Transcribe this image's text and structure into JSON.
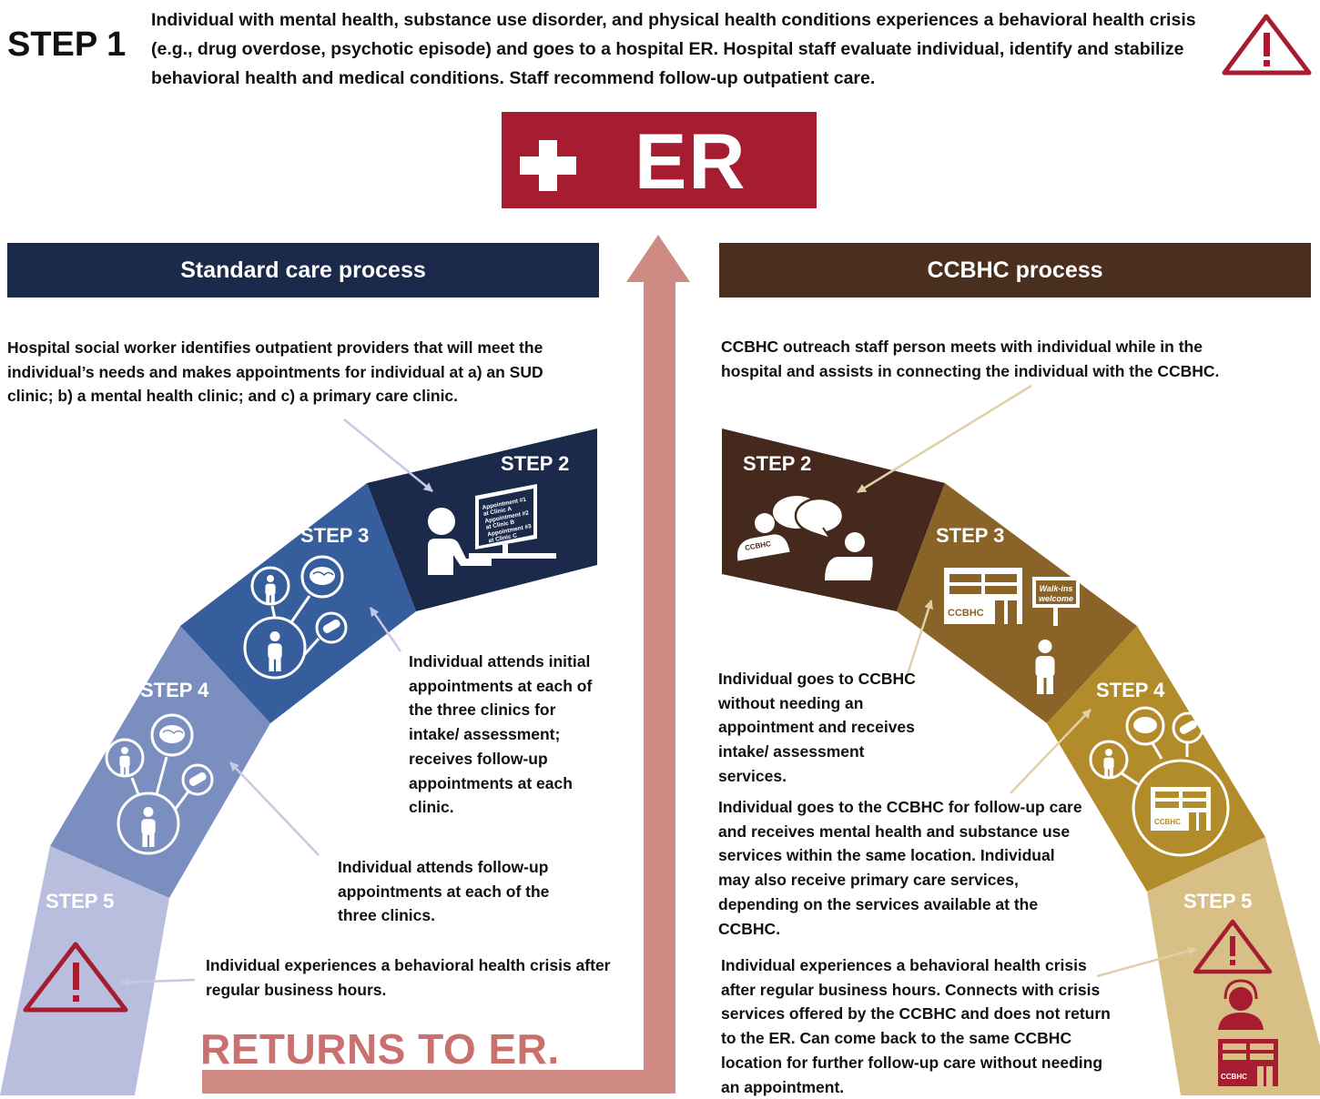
{
  "step1": {
    "label": "STEP 1",
    "text": "Individual with mental health, substance use disorder, and physical health conditions experiences a behavioral health crisis (e.g., drug overdose, psychotic episode) and goes to a hospital ER. Hospital staff evaluate individual, identify and stabilize behavioral health and medical conditions. Staff recommend follow-up outpatient care."
  },
  "er": {
    "label": "ER"
  },
  "standard": {
    "header": "Standard care process",
    "step2_text": "Hospital social worker identifies outpatient providers that will meet the individual’s needs and makes appointments for individual at a) an SUD clinic; b) a mental health clinic; and c) a primary care clinic.",
    "step3_text": "Individual attends initial appointments at each of the three clinics for intake/ assessment; receives follow-up appointments at each clinic.",
    "step4_text": "Individual attends follow-up appointments at each of the three clinics.",
    "step5_text": "Individual experiences a behavioral health crisis after regular business hours.",
    "returns": "RETURNS TO ER.",
    "step_labels": [
      "STEP 2",
      "STEP 3",
      "STEP 4",
      "STEP 5"
    ],
    "screen_lines": [
      "Appointment #1",
      "at Clinic A",
      "Appointment #2",
      "at Clinic B",
      "Appointment #3",
      "at Clinic C"
    ]
  },
  "ccbhc": {
    "header": "CCBHC process",
    "step2_text": "CCBHC outreach staff person meets with individual while in the hospital and assists in connecting the individual with the CCBHC.",
    "step3_text": "Individual goes to CCBHC without needing an appointment and receives intake/ assessment services.",
    "step4_text": "Individual goes to the CCBHC for follow-up care and receives mental health and substance use services within the same location. Individual may also receive primary care services, depending on the services available at the CCBHC.",
    "step5_text": "Individual experiences a behavioral health crisis after regular business hours. Connects with crisis services offered by the CCBHC and does not return to the ER. Can come back to the same CCBHC location for further follow-up care without needing an appointment.",
    "step_labels": [
      "STEP 2",
      "STEP 3",
      "STEP 4",
      "STEP 5"
    ],
    "badge_label": "CCBHC",
    "sign_lines": [
      "Walk-ins",
      "welcome"
    ]
  },
  "colors": {
    "std_segments": [
      "#1b2a4a",
      "#365e9d",
      "#7b8ec0",
      "#b9bedf"
    ],
    "ccbhc_segments": [
      "#45291c",
      "#8a6328",
      "#b28b2a",
      "#d8bf85"
    ],
    "er_red": "#a61c31",
    "arrow": "#cf8a84"
  },
  "icons": [
    "warning-icon",
    "plus-icon",
    "computer-appointments-icon",
    "doctor-icon",
    "brain-icon",
    "pills-icon",
    "person-icon",
    "chat-icon",
    "building-icon",
    "headset-icon"
  ]
}
